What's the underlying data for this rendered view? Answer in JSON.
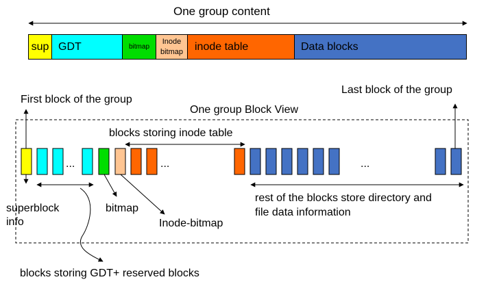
{
  "top_bar": {
    "title": "One group content",
    "segments": [
      {
        "label": "sup",
        "color": "#ffff00"
      },
      {
        "label": "GDT",
        "color": "#00ffff"
      },
      {
        "label": "bitmap",
        "color": "#00dd00"
      },
      {
        "label": "Inode bitmap",
        "line1": "Inode",
        "line2": "bitmap",
        "color": "#ffc592"
      },
      {
        "label": "inode table",
        "color": "#ff6600"
      },
      {
        "label": "Data blocks",
        "color": "#4472c4"
      }
    ]
  },
  "block_view": {
    "title": "One group Block View",
    "ellipsis": "...",
    "labels": {
      "first_block": "First block of the group",
      "last_block": "Last block of the group",
      "inode_table": "blocks storing inode table",
      "superblock_line1": "superblock",
      "superblock_line2": "info",
      "bitmap": "bitmap",
      "inode_bitmap": "Inode-bitmap",
      "rest_line1": "rest of the blocks store directory and",
      "rest_line2": "file data information",
      "gdt_reserved": "blocks storing GDT+ reserved blocks"
    }
  },
  "colors": {
    "superblock": "#ffff00",
    "gdt": "#00ffff",
    "bitmap": "#00dd00",
    "inode_bitmap": "#ffc592",
    "inode_table": "#ff6600",
    "data": "#4472c4"
  }
}
